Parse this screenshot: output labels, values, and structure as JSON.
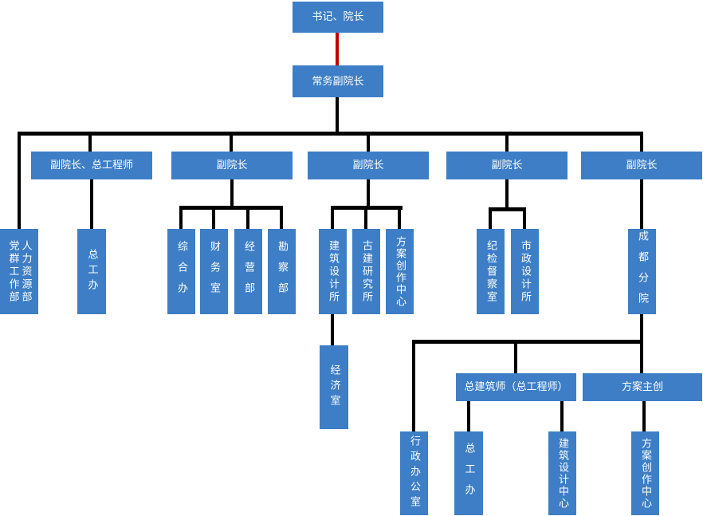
{
  "diagram": {
    "type": "org-chart",
    "background": "#FFFFFF",
    "colors": {
      "node_fill": "#3D7EC6",
      "node_text": "#FFFFFF",
      "connector": "#000000",
      "highlight_connector": "#C00000"
    },
    "nodes": {
      "secretary_dean": {
        "label": "书记、院长",
        "parent": null
      },
      "executive_vice_dean": {
        "label": "常务副院长",
        "parent": "secretary_dean"
      },
      "party_mass_work_dept": {
        "label": "党群工作部",
        "parent": "executive_vice_dean"
      },
      "human_resources_dept": {
        "label": "人力资源部",
        "parent": "executive_vice_dean"
      },
      "vice_dean_chief_engineer": {
        "label": "副院长、总工程师",
        "parent": "executive_vice_dean"
      },
      "vice_dean_2": {
        "label": "副院长",
        "parent": "executive_vice_dean"
      },
      "vice_dean_3": {
        "label": "副院长",
        "parent": "executive_vice_dean"
      },
      "vice_dean_4": {
        "label": "副院长",
        "parent": "executive_vice_dean"
      },
      "vice_dean_5": {
        "label": "副院长",
        "parent": "executive_vice_dean"
      },
      "chief_engineer_office": {
        "label": "总工办",
        "parent": "vice_dean_chief_engineer"
      },
      "general_affairs_office": {
        "label": "综合办",
        "parent": "vice_dean_2"
      },
      "finance_office": {
        "label": "财务室",
        "parent": "vice_dean_2"
      },
      "business_dept": {
        "label": "经营部",
        "parent": "vice_dean_2"
      },
      "survey_dept": {
        "label": "勘察部",
        "parent": "vice_dean_2"
      },
      "architectural_design_institute": {
        "label": "建筑设计所",
        "parent": "vice_dean_3"
      },
      "ancient_architecture_institute": {
        "label": "古建研究所",
        "parent": "vice_dean_3"
      },
      "scheme_creation_center": {
        "label": "方案创作中心",
        "parent": "vice_dean_3"
      },
      "economic_office": {
        "label": "经济室",
        "parent": "architectural_design_institute"
      },
      "discipline_inspection_office": {
        "label": "纪检督察室",
        "parent": "vice_dean_4"
      },
      "municipal_design_institute": {
        "label": "市政设计所",
        "parent": "vice_dean_4"
      },
      "chengdu_branch": {
        "label": "成都分院",
        "parent": "vice_dean_5"
      },
      "administrative_office": {
        "label": "行政办公室",
        "parent": "chengdu_branch"
      },
      "chief_architect": {
        "label": "总建筑师（总工程师）",
        "parent": "chengdu_branch"
      },
      "scheme_director": {
        "label": "方案主创",
        "parent": "chengdu_branch"
      },
      "branch_chief_engineer_office": {
        "label": "总工办",
        "parent": "chief_architect"
      },
      "architectural_design_center": {
        "label": "建筑设计中心",
        "parent": "chief_architect"
      },
      "branch_scheme_creation_center": {
        "label": "方案创作中心",
        "parent": "scheme_director"
      }
    }
  }
}
